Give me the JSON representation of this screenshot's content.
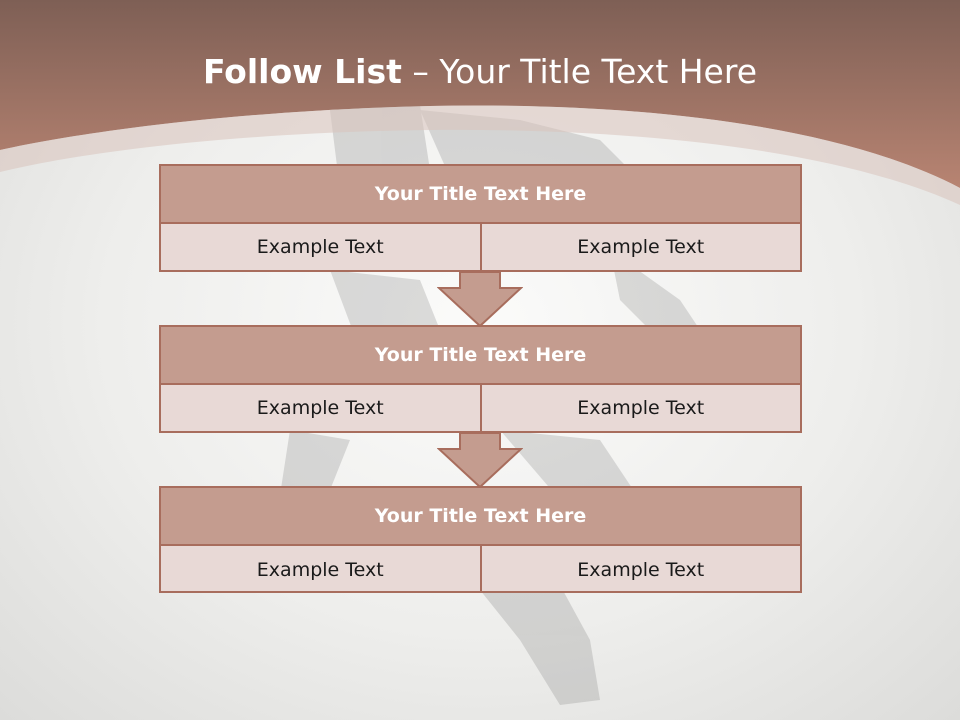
{
  "slide": {
    "title_bold": "Follow List",
    "title_rest": "– Your Title Text Here"
  },
  "blocks": [
    {
      "title": "Your Title Text Here",
      "left": "Example Text",
      "right": "Example Text"
    },
    {
      "title": "Your Title Text Here",
      "left": "Example Text",
      "right": "Example Text"
    },
    {
      "title": "Your Title Text Here",
      "left": "Example Text",
      "right": "Example Text"
    }
  ],
  "colors": {
    "header_band": "#a8786b",
    "box_title": "#c49c8f",
    "box_cell": "#e8d9d6",
    "border": "#a86d5d"
  }
}
